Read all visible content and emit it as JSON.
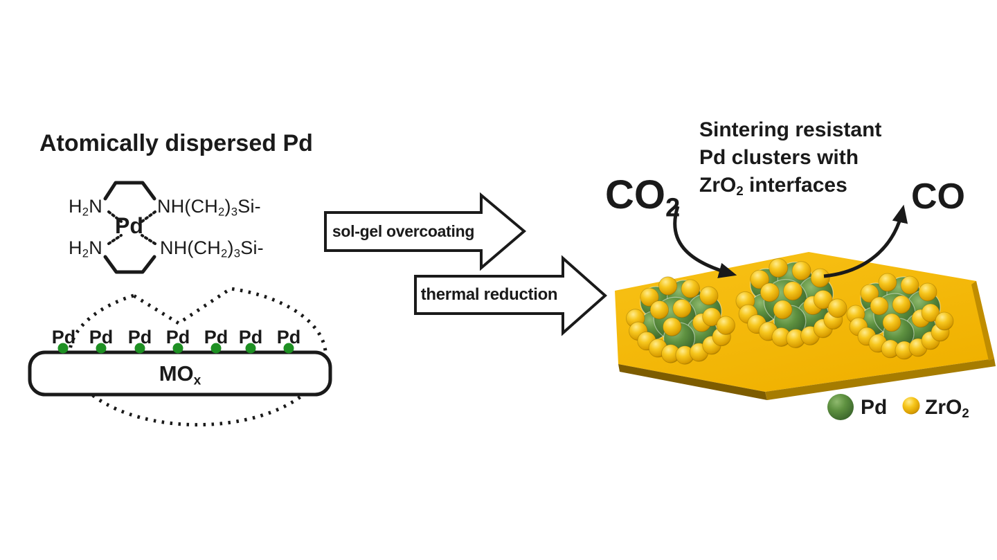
{
  "left": {
    "title": "Atomically dispersed Pd",
    "complex": {
      "pd": "Pd",
      "amine_pre": "H",
      "amine_sub": "2",
      "amine_post": "N",
      "silane_p1": "NH(CH",
      "silane_s1": "2",
      "silane_p2": ")",
      "silane_s2": "3",
      "silane_p3": "Si-"
    },
    "surface": {
      "pd_labels": [
        "Pd",
        "Pd",
        "Pd",
        "Pd",
        "Pd",
        "Pd",
        "Pd"
      ],
      "support_pre": "MO",
      "support_sub": "x"
    }
  },
  "process": {
    "step1": "sol-gel overcoating",
    "step2": "thermal reduction"
  },
  "right": {
    "title_line1": "Sintering resistant",
    "title_line2": "Pd clusters with",
    "title_line3_pre": "ZrO",
    "title_line3_sub": "2",
    "title_line3_post": " interfaces",
    "reactant_pre": "CO",
    "reactant_sub": "2",
    "product": "CO",
    "legend": {
      "pd_label": "Pd",
      "zro2_pre": "ZrO",
      "zro2_sub": "2"
    }
  },
  "colors": {
    "slab_yellow": "#F5BA0C",
    "slab_edge_dark": "#8A6500",
    "pd_sphere_green": "#5E9140",
    "zro2_sphere_yellow": "#F7C71E",
    "pd_atom_dot_green": "#1E9023",
    "line_black": "#1A1A1A"
  }
}
